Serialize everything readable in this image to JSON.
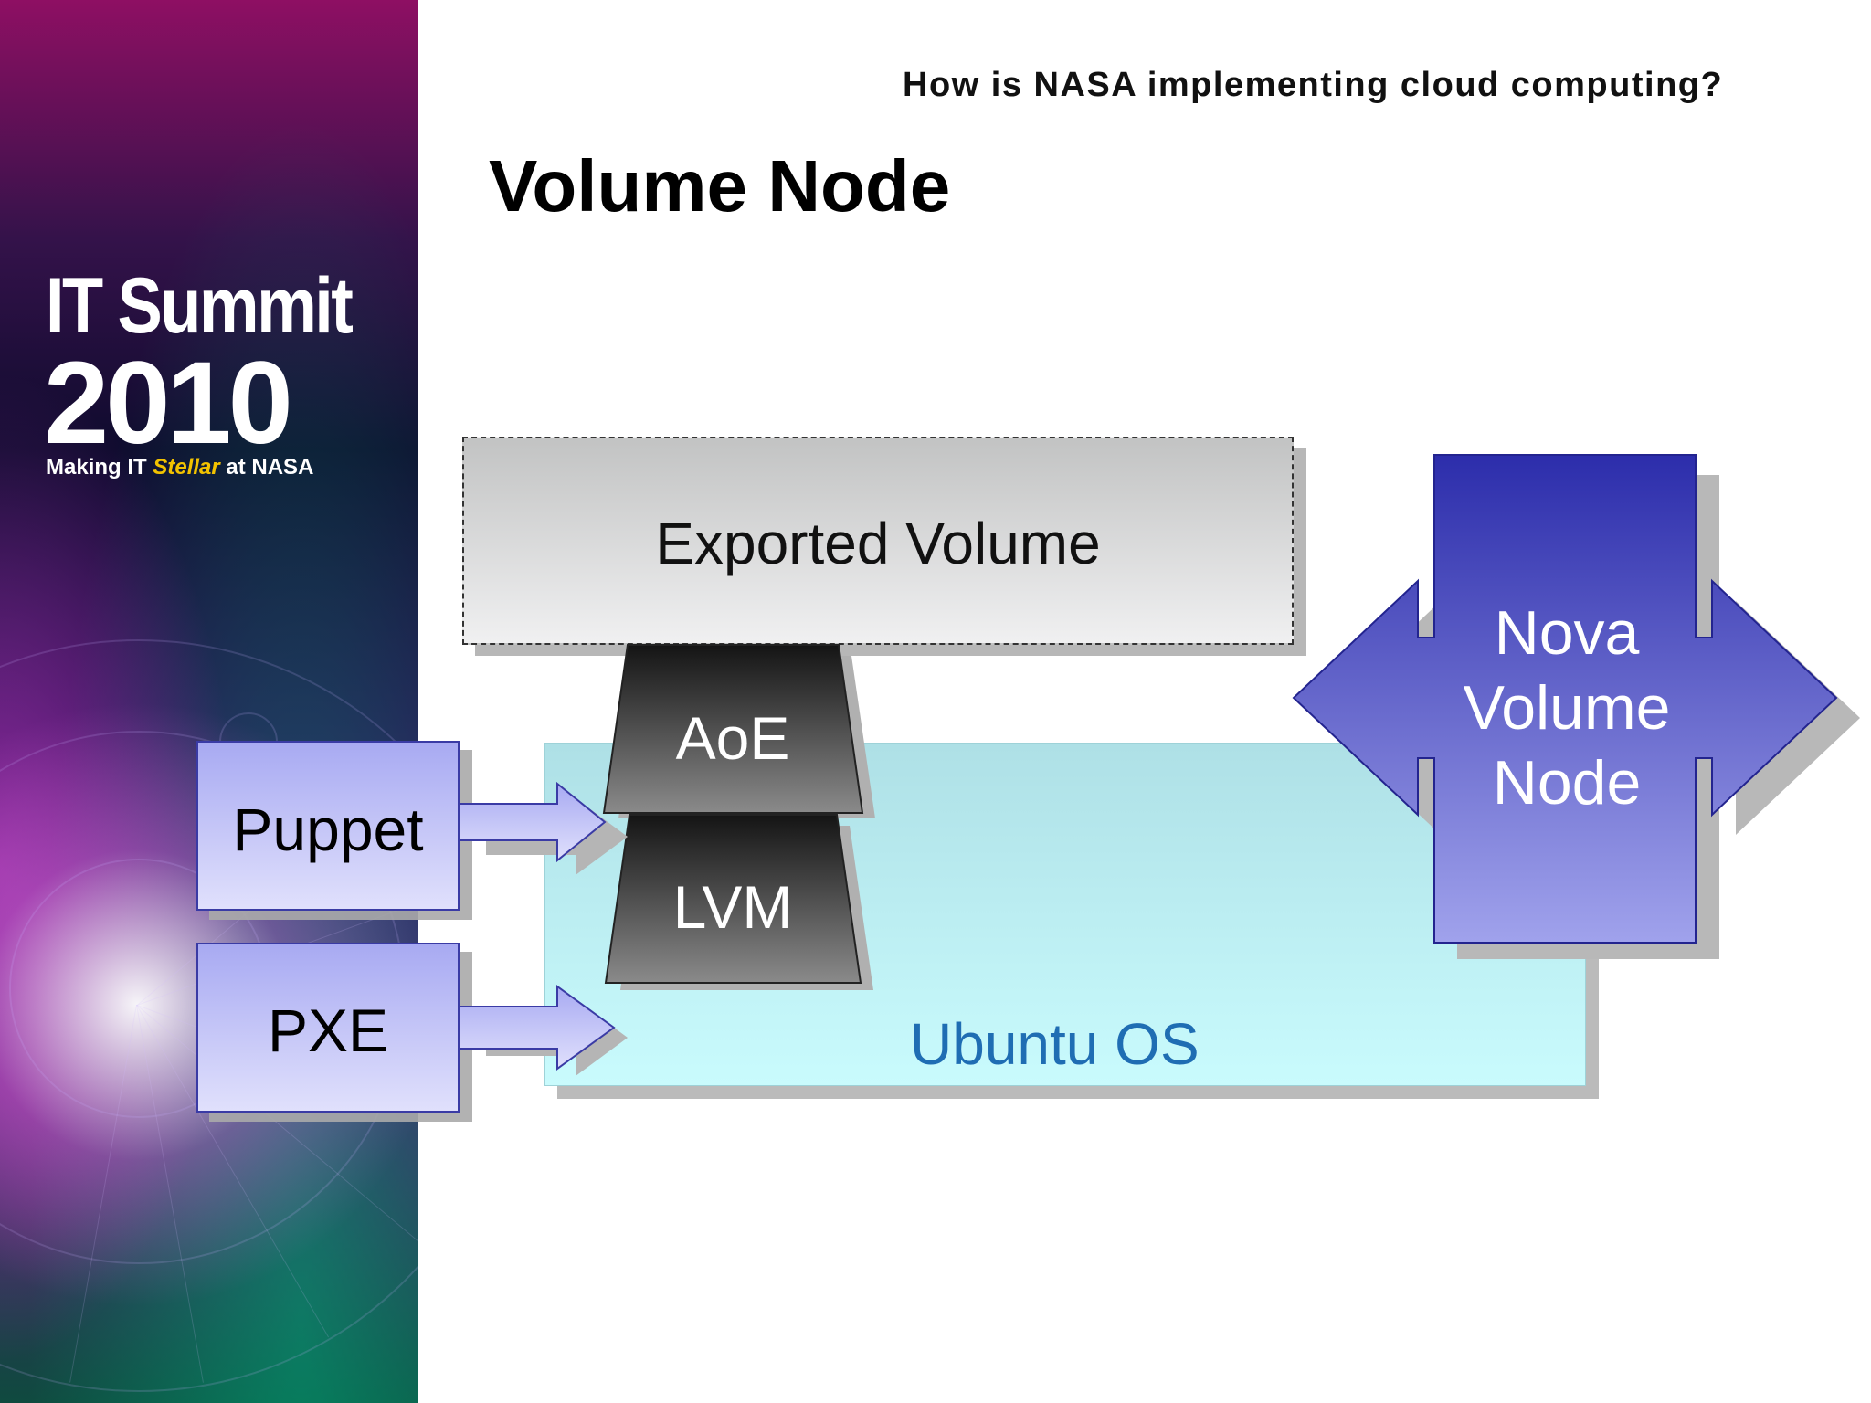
{
  "sidebar": {
    "logo_line1": "IT Summit",
    "logo_year": "2010",
    "tagline_before": "Making IT ",
    "tagline_highlight": "Stellar",
    "tagline_after": " at NASA"
  },
  "header": {
    "subtitle": "How is NASA implementing cloud computing?",
    "title": "Volume Node"
  },
  "diagram": {
    "exported_volume": "Exported Volume",
    "aoe": "AoE",
    "lvm": "LVM",
    "puppet": "Puppet",
    "pxe": "PXE",
    "ubuntu": "Ubuntu OS",
    "nova_line1": "Nova",
    "nova_line2": "Volume",
    "nova_line3": "Node"
  },
  "colors": {
    "ubuntu_text": "#1f6db3",
    "nova_fill_top": "#2c2dab",
    "nova_fill_bottom": "#a0a2ec",
    "side_box_fill": "#c4c5f7",
    "ubuntu_fill": "#c0f4f8"
  }
}
